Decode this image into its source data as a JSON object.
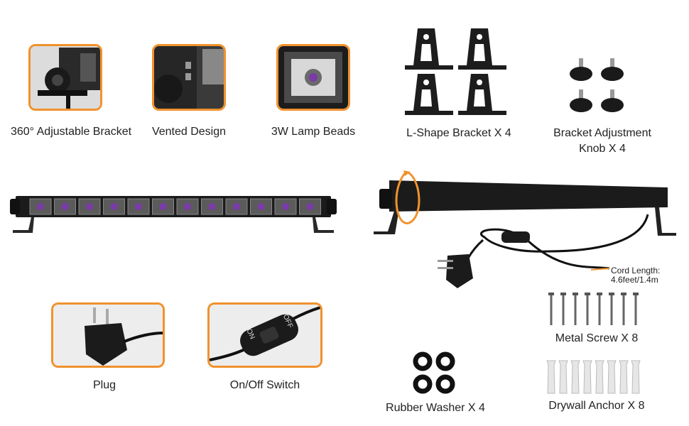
{
  "features": {
    "bracket_label": "360° Adjustable Bracket",
    "vented_label": "Vented Design",
    "lamp_label": "3W Lamp Beads"
  },
  "accessories": {
    "lshape_label": "L-Shape Bracket X 4",
    "knob_label_line1": "Bracket Adjustment",
    "knob_label_line2": "Knob X 4",
    "plug_label": "Plug",
    "switch_label": "On/Off Switch",
    "washer_label": "Rubber Washer X 4",
    "screw_label": "Metal Screw X 8",
    "anchor_label": "Drywall Anchor X 8"
  },
  "cord": {
    "line1": "Cord Length:",
    "line2": "4.6feet/1.4m"
  },
  "switch_text": {
    "on": "ON",
    "off": "OFF"
  },
  "colors": {
    "accent": "#f0922e",
    "bar": "#1b1b1b"
  },
  "icons": [
    "plug-icon",
    "switch-icon",
    "washer-icon",
    "screw-icon",
    "anchor-icon",
    "knob-icon",
    "bracket-icon",
    "rotate-arrow-icon"
  ]
}
